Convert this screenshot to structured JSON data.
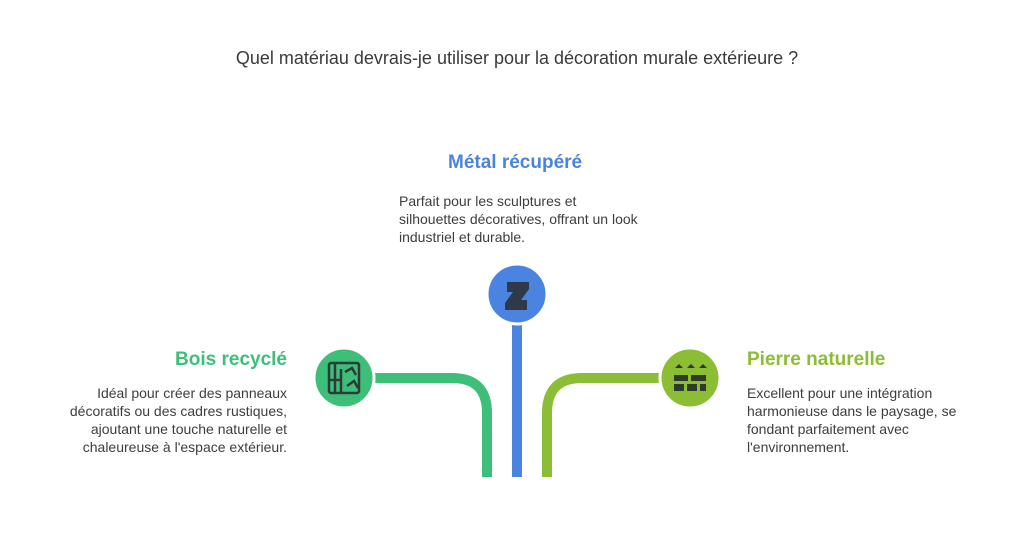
{
  "question": "Quel matériau devrais-je utiliser pour la décoration murale extérieure ?",
  "options": {
    "metal": {
      "title": "Métal récupéré",
      "description": "Parfait pour les sculptures et silhouettes décoratives, offrant un look industriel et durable.",
      "color": "#4a84e0",
      "icon": "deviantart-metal-icon"
    },
    "bois": {
      "title": "Bois recyclé",
      "description": "Idéal pour créer des panneaux décoratifs ou des cadres rustiques, ajoutant une touche naturelle et chaleureuse à l'espace extérieur.",
      "color": "#3dbf7a",
      "icon": "wood-panel-icon"
    },
    "pierre": {
      "title": "Pierre naturelle",
      "description": "Excellent pour une intégration harmonieuse dans le paysage, se fondant parfaitement avec l'environnement.",
      "color": "#8bbd35",
      "icon": "stone-wall-icon"
    }
  }
}
